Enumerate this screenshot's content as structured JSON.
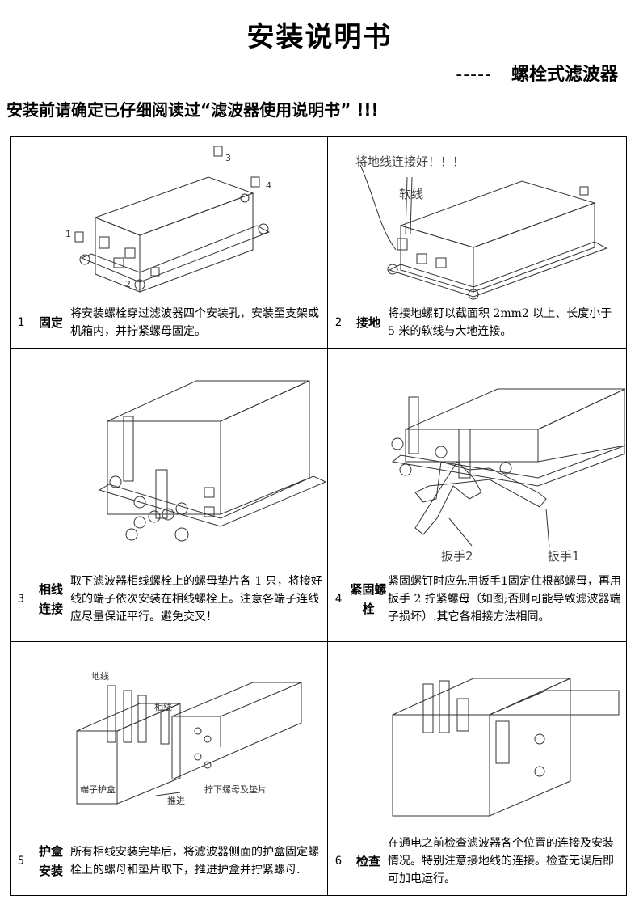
{
  "header": {
    "title": "安装说明书",
    "subtitle_dash": "-----",
    "subtitle": "螺栓式滤波器",
    "notice": "安装前请确定已仔细阅读过“滤波器使用说明书” !!!"
  },
  "steps": [
    {
      "number": "1",
      "name": "固定",
      "desc": "将安装螺栓穿过滤波器四个安装孔，安装至支架或机箱内，并拧紧螺母固定。",
      "labels": [
        "1",
        "2",
        "3",
        "4"
      ]
    },
    {
      "number": "2",
      "name": "接地",
      "desc": "将接地螺钉以截面积 2mm2 以上、长度小于 5 米的软线与大地连接。",
      "labels": [
        "将地线连接好！！！",
        "软线"
      ]
    },
    {
      "number": "3",
      "name_line1": "相线",
      "name_line2": "连接",
      "desc": "取下滤波器相线螺栓上的螺母垫片各 1 只，将接好线的端子依次安装在相线螺栓上。注意各端子连线应尽量保证平行。避免交叉！"
    },
    {
      "number": "4",
      "name_line1": "紧固螺",
      "name_line2": "栓",
      "desc": "紧固螺钉时应先用扳手1固定住根部螺母，再用扳手 2 拧紧螺母（如图;否则可能导致滤波器端子损坏）.其它各相接方法相同。",
      "labels": [
        "扳手2",
        "扳手1"
      ]
    },
    {
      "number": "5",
      "name_line1": "护盒",
      "name_line2": "安装",
      "desc": "所有相线安装完毕后，将滤波器侧面的护盒固定螺栓上的螺母和垫片取下，推进护盒并拧紧螺母.",
      "labels": [
        "地线",
        "相线",
        "端子护盒",
        "推进",
        "拧下螺母及垫片"
      ]
    },
    {
      "number": "6",
      "name": "检查",
      "desc": "在通电之前检查滤波器各个位置的连接及安装情况。特别注意接地线的连接。检查无误后即可加电运行。"
    }
  ]
}
